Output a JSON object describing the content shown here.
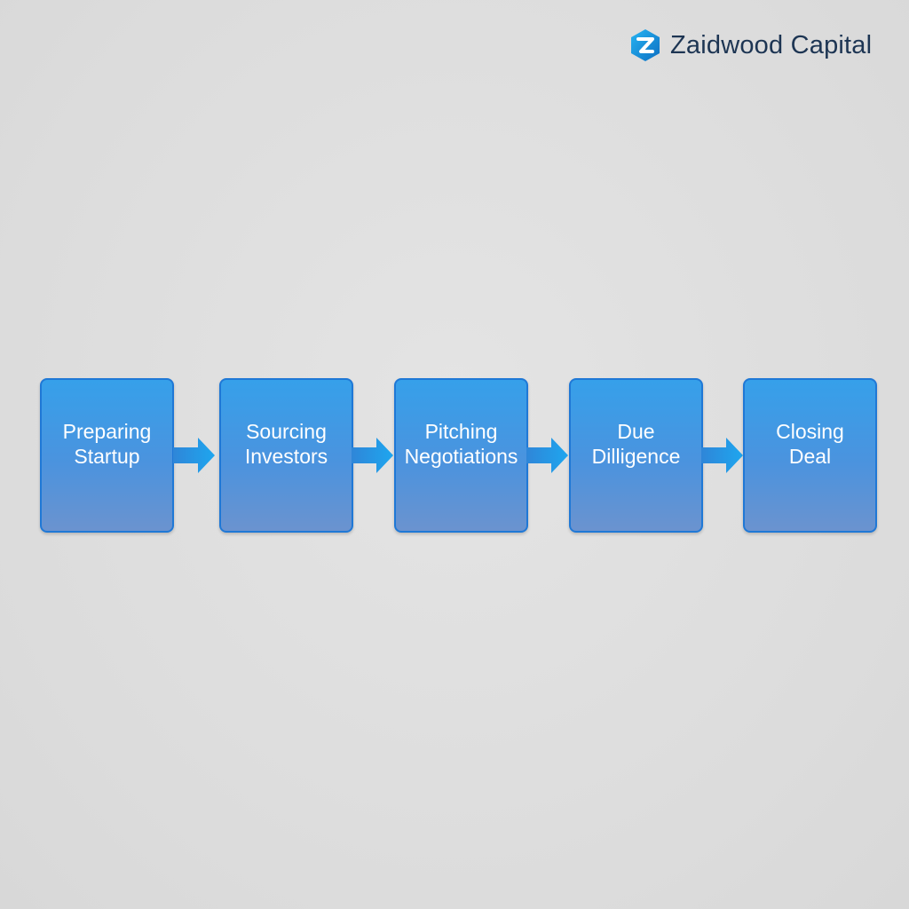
{
  "brand": {
    "name": "Zaidwood Capital",
    "logo_icon": "z-hexagon-logo-icon",
    "colors": {
      "logo_primary": "#1b9be5",
      "logo_secondary": "#0d6fc2",
      "text": "#1d3553"
    }
  },
  "flow": {
    "steps": [
      {
        "label": "Preparing\nStartup"
      },
      {
        "label": "Sourcing\nInvestors"
      },
      {
        "label": "Pitching\nNegotiations"
      },
      {
        "label": "Due\nDilligence"
      },
      {
        "label": "Closing\nDeal"
      }
    ],
    "arrow_icon": "right-arrow-icon",
    "colors": {
      "box_top": "#36a0ea",
      "box_bottom": "#6b93cf",
      "box_border": "#1f78d6",
      "arrow": "#1e9ae6",
      "label": "#ffffff"
    }
  }
}
